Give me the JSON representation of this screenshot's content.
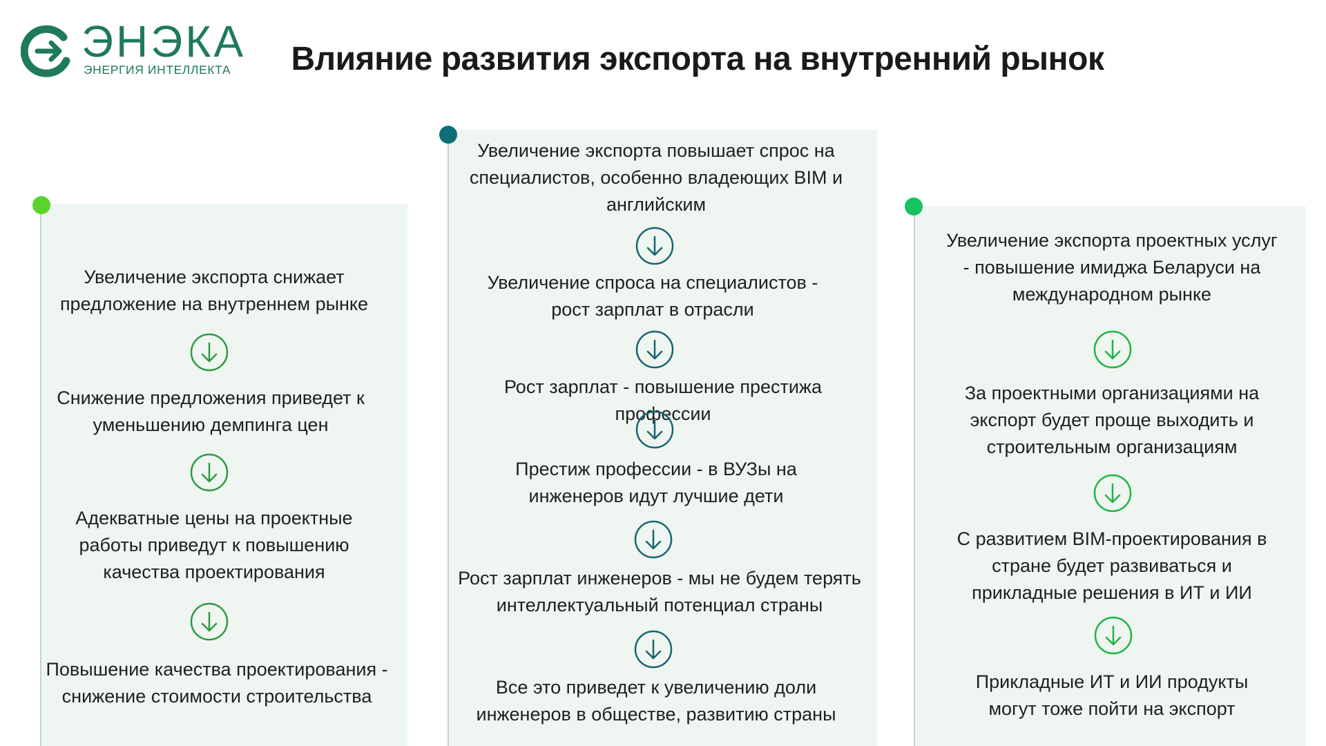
{
  "logo": {
    "wordmark": "ЭНЭКА",
    "tagline": "ЭНЕРГИЯ ИНТЕЛЛЕКТА"
  },
  "title": "Влияние развития экспорта на внутренний рынок",
  "colors": {
    "brand": "#1f7a5a",
    "panel_bg": "#eff5f1",
    "col1_accent": "#5ad42a",
    "col2_accent": "#0e6f79",
    "col3_accent": "#16c264",
    "arrow_col1": "#2e9a40",
    "arrow_col2": "#17656f",
    "arrow_col3": "#20b24a"
  },
  "columns": [
    {
      "steps": [
        "Увеличение экспорта снижает предложение на внутреннем рынке",
        "Снижение предложения приведет к уменьшению демпинга цен",
        "Адекватные цены на проектные работы приведут к повышению качества проектирования",
        "Повышение качества проектирования - снижение стоимости строительства"
      ]
    },
    {
      "steps": [
        "Увеличение экспорта повышает спрос на специалистов, особенно владеющих BIM и английским",
        "Увеличение спроса на специалистов - рост зарплат в отрасли",
        "Рост зарплат - повышение престижа профессии",
        "Престиж профессии - в ВУЗы на инженеров идут лучшие дети",
        "Рост зарплат инженеров - мы не будем терять интеллектуальный потенциал страны",
        "Все это приведет к увеличению доли инженеров в обществе, развитию страны"
      ]
    },
    {
      "steps": [
        "Увеличение экспорта проектных услуг - повышение имиджа Беларуси на международном рынке",
        "За проектными организациями на экспорт будет проще выходить и строительным организациям",
        "С развитием BIM-проектирования в стране будет развиваться и прикладные решения в ИТ и ИИ",
        "Прикладные ИТ и ИИ продукты могут тоже пойти на экспорт"
      ]
    }
  ]
}
